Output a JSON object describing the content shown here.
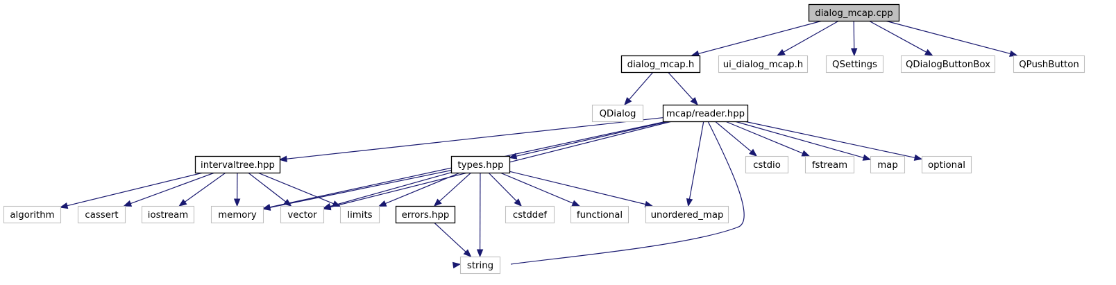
{
  "diagram": {
    "title": "dialog_mcap.cpp",
    "nodes": [
      {
        "id": "n_root",
        "label": "dialog_mcap.cpp",
        "kind": "root"
      },
      {
        "id": "n_dialog_h",
        "label": "dialog_mcap.h",
        "kind": "documented"
      },
      {
        "id": "n_ui_dialog",
        "label": "ui_dialog_mcap.h",
        "kind": "external"
      },
      {
        "id": "n_qsettings",
        "label": "QSettings",
        "kind": "external"
      },
      {
        "id": "n_qdialogbuttonbox",
        "label": "QDialogButtonBox",
        "kind": "external"
      },
      {
        "id": "n_qpushbutton",
        "label": "QPushButton",
        "kind": "external"
      },
      {
        "id": "n_qdialog",
        "label": "QDialog",
        "kind": "external"
      },
      {
        "id": "n_reader",
        "label": "mcap/reader.hpp",
        "kind": "documented"
      },
      {
        "id": "n_intervaltree",
        "label": "intervaltree.hpp",
        "kind": "documented"
      },
      {
        "id": "n_types",
        "label": "types.hpp",
        "kind": "documented"
      },
      {
        "id": "n_cstdio",
        "label": "cstdio",
        "kind": "external"
      },
      {
        "id": "n_fstream",
        "label": "fstream",
        "kind": "external"
      },
      {
        "id": "n_map",
        "label": "map",
        "kind": "external"
      },
      {
        "id": "n_optional",
        "label": "optional",
        "kind": "external"
      },
      {
        "id": "n_algorithm",
        "label": "algorithm",
        "kind": "external"
      },
      {
        "id": "n_cassert",
        "label": "cassert",
        "kind": "external"
      },
      {
        "id": "n_iostream",
        "label": "iostream",
        "kind": "external"
      },
      {
        "id": "n_memory",
        "label": "memory",
        "kind": "external"
      },
      {
        "id": "n_vector",
        "label": "vector",
        "kind": "external"
      },
      {
        "id": "n_limits",
        "label": "limits",
        "kind": "external"
      },
      {
        "id": "n_errors",
        "label": "errors.hpp",
        "kind": "documented"
      },
      {
        "id": "n_cstddef",
        "label": "cstddef",
        "kind": "external"
      },
      {
        "id": "n_functional",
        "label": "functional",
        "kind": "external"
      },
      {
        "id": "n_unordered_map",
        "label": "unordered_map",
        "kind": "external"
      },
      {
        "id": "n_string",
        "label": "string",
        "kind": "external"
      }
    ],
    "edges": [
      {
        "from": "n_root",
        "to": "n_dialog_h"
      },
      {
        "from": "n_root",
        "to": "n_ui_dialog"
      },
      {
        "from": "n_root",
        "to": "n_qsettings"
      },
      {
        "from": "n_root",
        "to": "n_qdialogbuttonbox"
      },
      {
        "from": "n_root",
        "to": "n_qpushbutton"
      },
      {
        "from": "n_dialog_h",
        "to": "n_qdialog"
      },
      {
        "from": "n_dialog_h",
        "to": "n_reader"
      },
      {
        "from": "n_reader",
        "to": "n_intervaltree"
      },
      {
        "from": "n_reader",
        "to": "n_memory"
      },
      {
        "from": "n_reader",
        "to": "n_vector"
      },
      {
        "from": "n_reader",
        "to": "n_types"
      },
      {
        "from": "n_reader",
        "to": "n_unordered_map"
      },
      {
        "from": "n_reader",
        "to": "n_string"
      },
      {
        "from": "n_reader",
        "to": "n_cstdio"
      },
      {
        "from": "n_reader",
        "to": "n_fstream"
      },
      {
        "from": "n_reader",
        "to": "n_map"
      },
      {
        "from": "n_reader",
        "to": "n_optional"
      },
      {
        "from": "n_intervaltree",
        "to": "n_algorithm"
      },
      {
        "from": "n_intervaltree",
        "to": "n_cassert"
      },
      {
        "from": "n_intervaltree",
        "to": "n_iostream"
      },
      {
        "from": "n_intervaltree",
        "to": "n_memory"
      },
      {
        "from": "n_intervaltree",
        "to": "n_vector"
      },
      {
        "from": "n_intervaltree",
        "to": "n_limits"
      },
      {
        "from": "n_types",
        "to": "n_memory"
      },
      {
        "from": "n_types",
        "to": "n_vector"
      },
      {
        "from": "n_types",
        "to": "n_limits"
      },
      {
        "from": "n_types",
        "to": "n_errors"
      },
      {
        "from": "n_types",
        "to": "n_string"
      },
      {
        "from": "n_types",
        "to": "n_cstddef"
      },
      {
        "from": "n_types",
        "to": "n_functional"
      },
      {
        "from": "n_types",
        "to": "n_unordered_map"
      },
      {
        "from": "n_errors",
        "to": "n_string"
      }
    ]
  },
  "colors": {
    "edge": "#191970",
    "documented_border": "#000000",
    "external_border": "#bfbfbf",
    "root_fill": "#bfbfbf"
  }
}
